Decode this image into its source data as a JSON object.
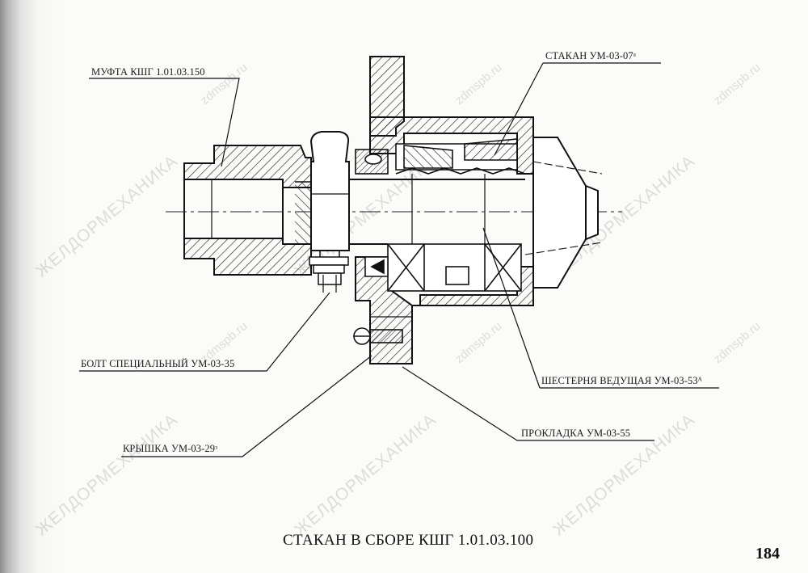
{
  "labels": {
    "mufta": "МУФТА КШГ 1.01.03.150",
    "stakan": "СТАКАН УМ-03-07ᵃ",
    "bolt": "БОЛТ СПЕЦИАЛЬНЫЙ УМ-03-35",
    "shesternya": "ШЕСТЕРНЯ ВЕДУЩАЯ УМ-03-53ᴬ",
    "prokladka": "ПРОКЛАДКА УМ-03-55",
    "kryshka": "КРЫШКА УМ-03-29ᵌ"
  },
  "caption": "СТАКАН В СБОРЕ КШГ 1.01.03.100",
  "page_number": "184",
  "watermarks": {
    "site": "zdmspb.ru",
    "brand": "ЖЕЛДОРМЕХАНИКА"
  }
}
